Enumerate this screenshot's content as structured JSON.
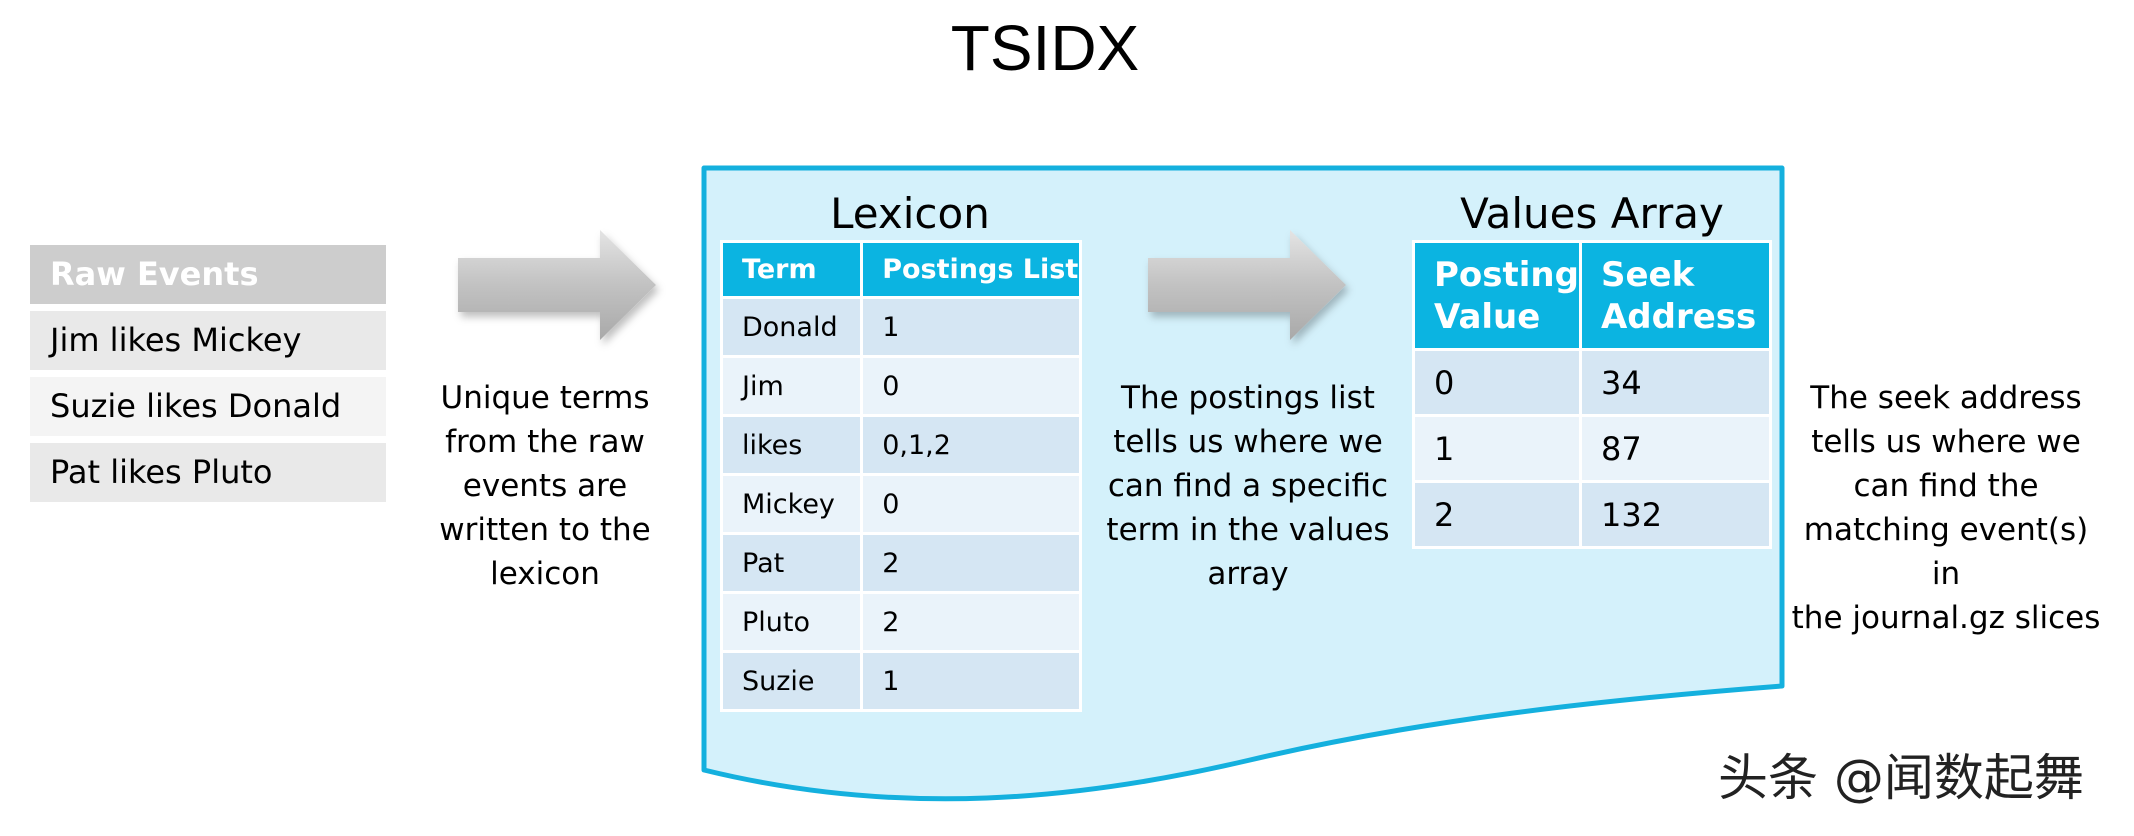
{
  "title": "TSIDX",
  "raw_events": {
    "header": "Raw Events",
    "rows": [
      "Jim likes Mickey",
      "Suzie likes Donald",
      "Pat likes Pluto"
    ]
  },
  "captions": {
    "lexicon_note": [
      "Unique terms",
      "from the raw",
      "events are",
      "written to the",
      "lexicon"
    ],
    "postings_note": [
      "The postings list",
      "tells us where we",
      "can find a specific",
      "term in the values",
      "array"
    ],
    "seek_note": [
      "The seek address",
      "tells us where we",
      "can find the",
      "matching event(s) in",
      "the journal.gz slices"
    ]
  },
  "lexicon": {
    "title": "Lexicon",
    "columns": [
      "Term",
      "Postings List"
    ],
    "rows": [
      [
        "Donald",
        "1"
      ],
      [
        "Jim",
        "0"
      ],
      [
        "likes",
        "0,1,2"
      ],
      [
        "Mickey",
        "0"
      ],
      [
        "Pat",
        "2"
      ],
      [
        "Pluto",
        "2"
      ],
      [
        "Suzie",
        "1"
      ]
    ]
  },
  "values_array": {
    "title": "Values Array",
    "columns": [
      [
        "Posting",
        "Value"
      ],
      [
        "Seek",
        "Address"
      ]
    ],
    "rows": [
      [
        "0",
        "34"
      ],
      [
        "1",
        "87"
      ],
      [
        "2",
        "132"
      ]
    ]
  },
  "watermark": "头条 @闻数起舞",
  "colors": {
    "container_fill": "#d4f1fb",
    "container_stroke": "#14b0de",
    "header_fill": "#0bb4e1",
    "arrow": "#c8c8c8"
  }
}
